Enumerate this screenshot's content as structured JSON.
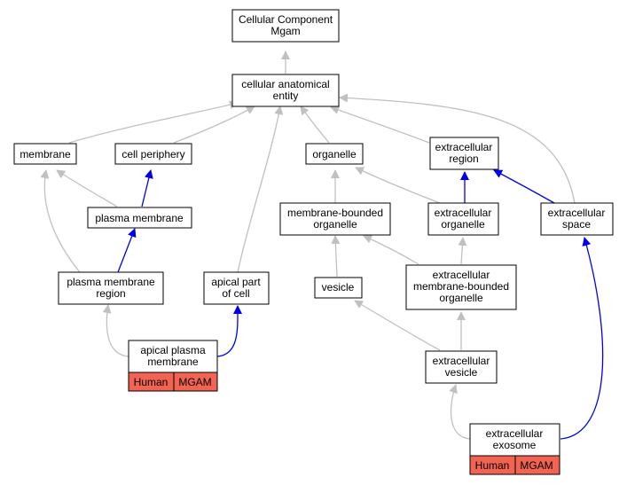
{
  "colors": {
    "gray_edge": "#c0c0c0",
    "blue_edge": "#0000ee",
    "tag_fill": "#f26451"
  },
  "nodes": {
    "root": {
      "lines": [
        "Cellular Component",
        "Mgam"
      ]
    },
    "cae": {
      "lines": [
        "cellular anatomical",
        "entity"
      ]
    },
    "membrane": {
      "lines": [
        "membrane"
      ]
    },
    "cell_periphery": {
      "lines": [
        "cell periphery"
      ]
    },
    "organelle": {
      "lines": [
        "organelle"
      ]
    },
    "extracellular_region": {
      "lines": [
        "extracellular",
        "region"
      ]
    },
    "plasma_membrane": {
      "lines": [
        "plasma membrane"
      ]
    },
    "mbo": {
      "lines": [
        "membrane-bounded",
        "organelle"
      ]
    },
    "ec_organelle": {
      "lines": [
        "extracellular",
        "organelle"
      ]
    },
    "ec_space": {
      "lines": [
        "extracellular",
        "space"
      ]
    },
    "pm_region": {
      "lines": [
        "plasma membrane",
        "region"
      ]
    },
    "apical_part": {
      "lines": [
        "apical part",
        "of cell"
      ]
    },
    "vesicle": {
      "lines": [
        "vesicle"
      ]
    },
    "ec_mbo": {
      "lines": [
        "extracellular",
        "membrane-bounded",
        "organelle"
      ]
    },
    "apical_pm": {
      "lines": [
        "apical plasma",
        "membrane"
      ],
      "tags": [
        "Human",
        "MGAM"
      ]
    },
    "ec_vesicle": {
      "lines": [
        "extracellular",
        "vesicle"
      ]
    },
    "ec_exosome": {
      "lines": [
        "extracellular",
        "exosome"
      ],
      "tags": [
        "Human",
        "MGAM"
      ]
    }
  }
}
